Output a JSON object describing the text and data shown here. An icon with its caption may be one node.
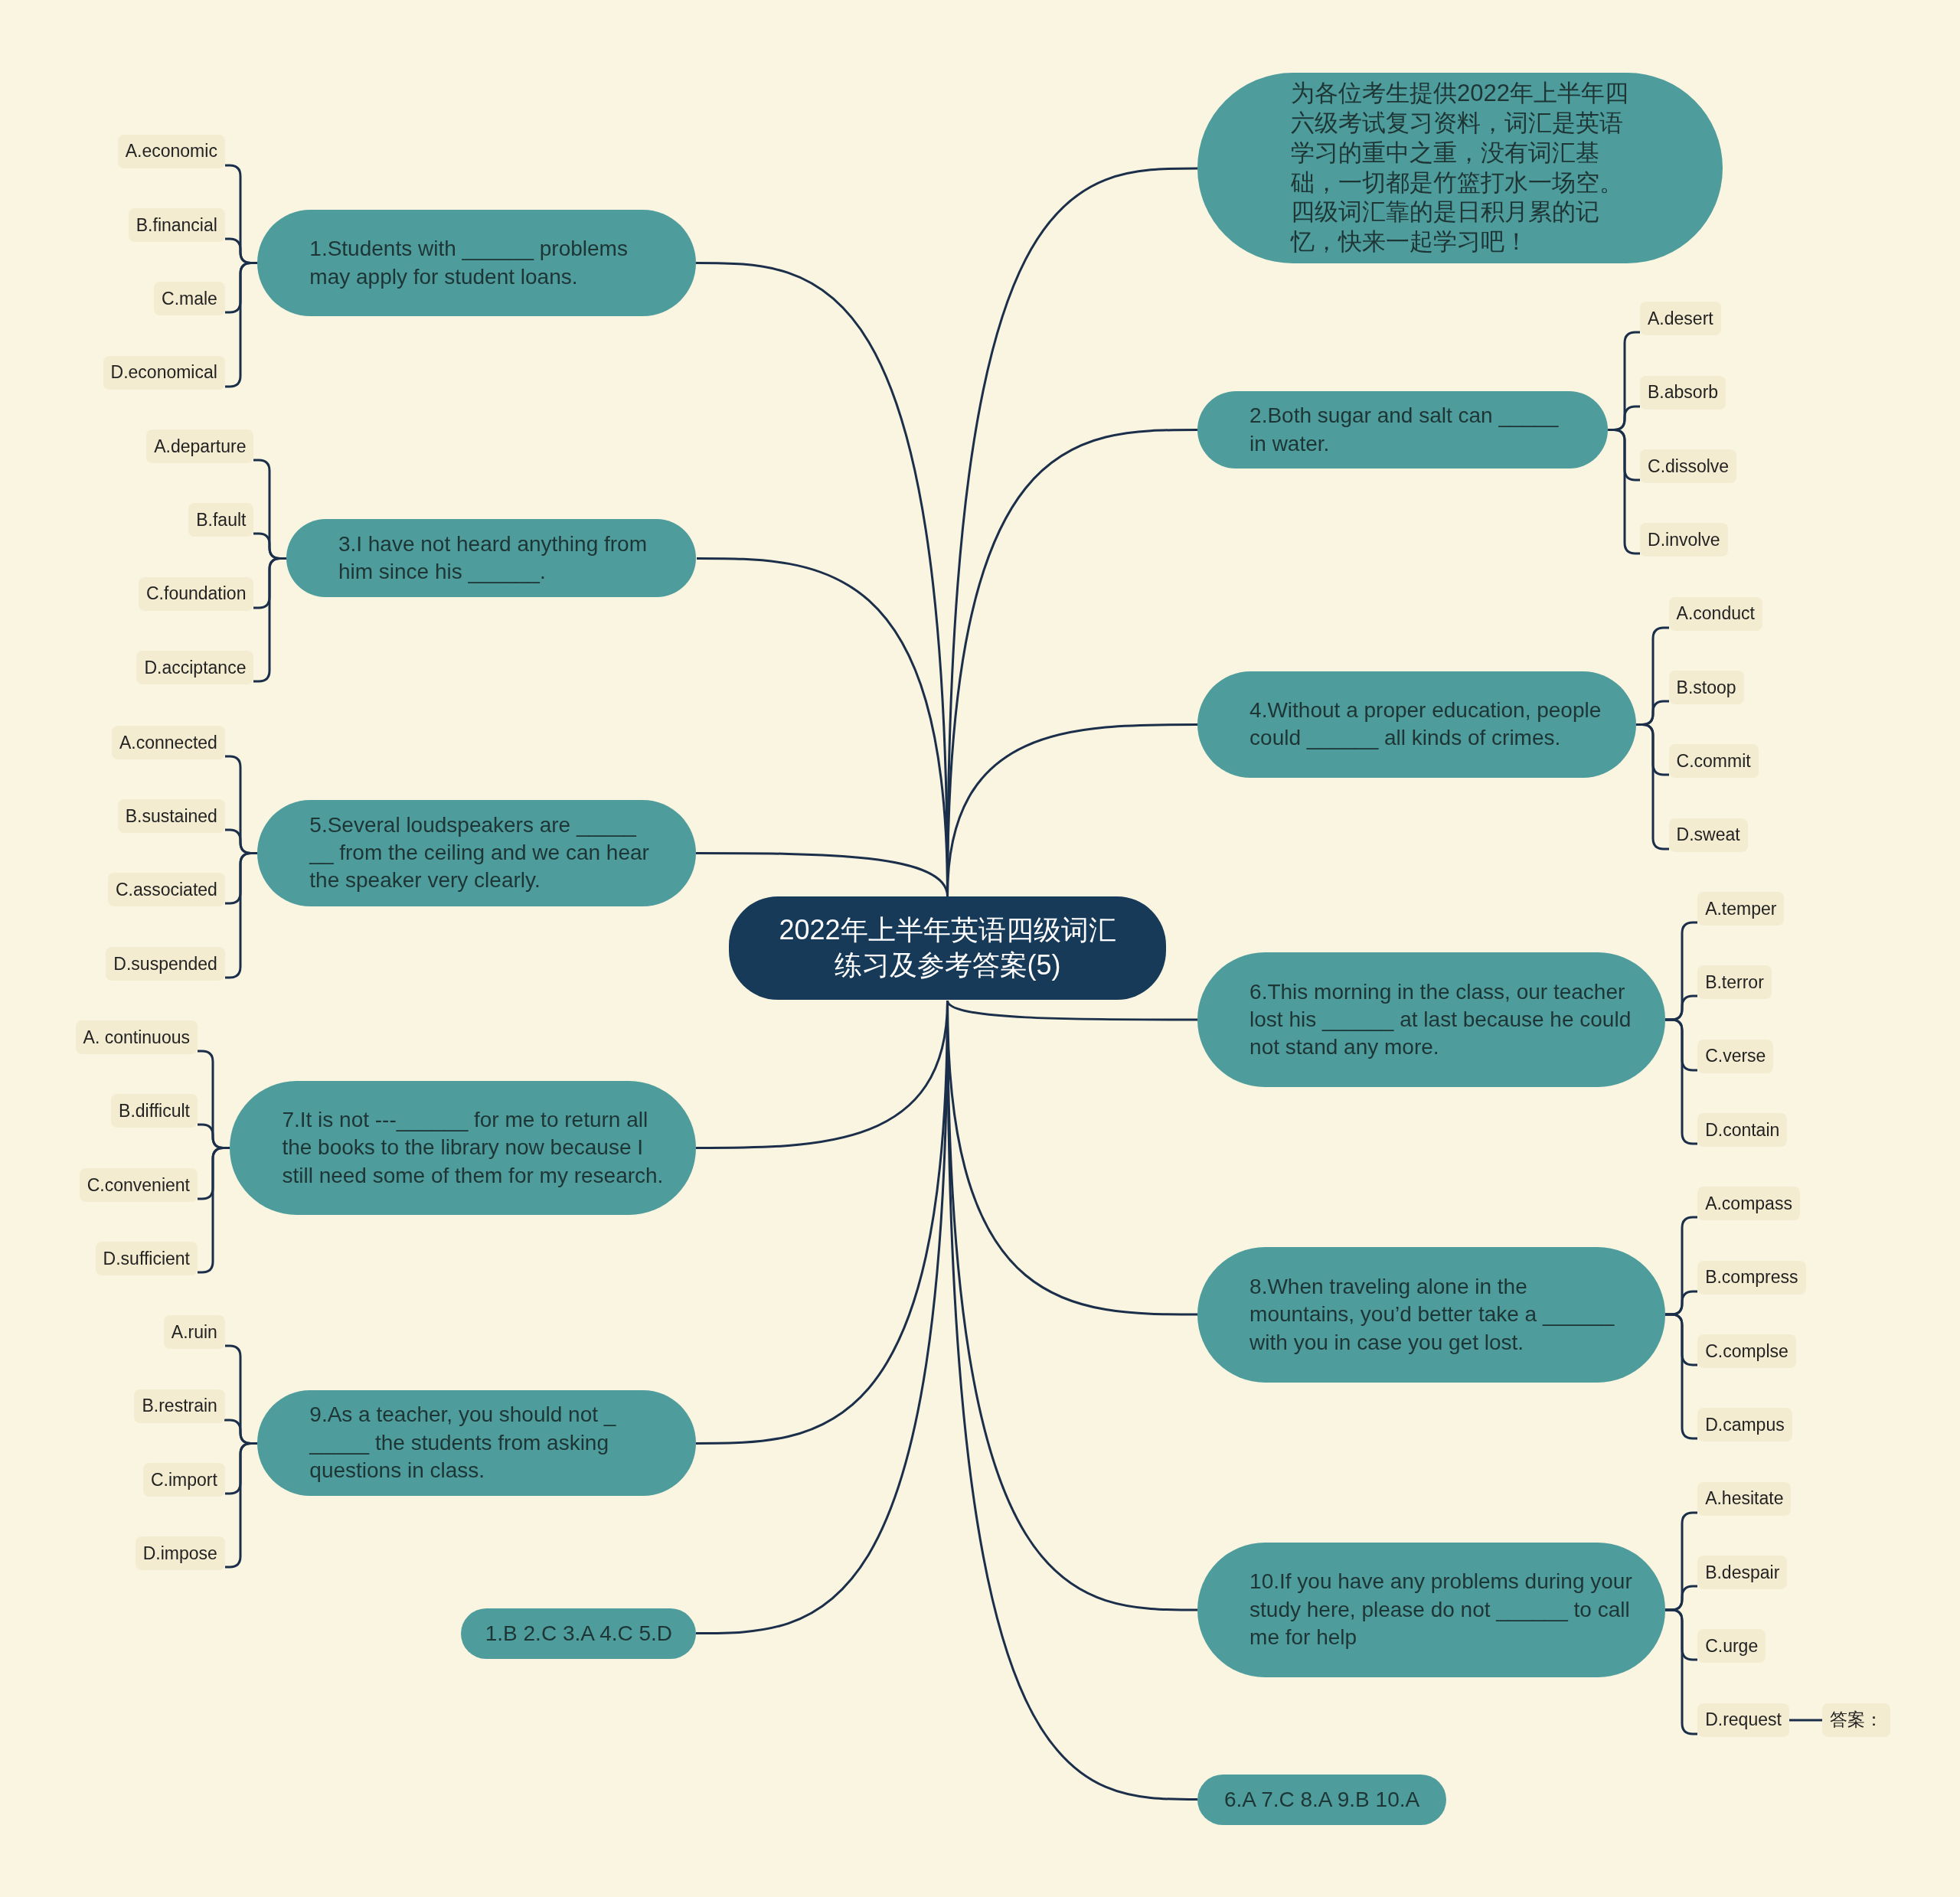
{
  "diagram": {
    "nodes": [
      {
        "text": [
          "2022年上半年英语四级词汇练习及参考答案(5)"
        ]
      },
      {
        "text": [
          "为各位考生提供2022年上半年四六级考试复习资料，词汇是英语学习的重中之重，没有词汇基础，一切都是竹篮打水一场空。四级词汇靠的是日积月累的记忆，快来一起学习吧！"
        ]
      },
      {
        "text": [
          "1.Students with ______ problems may apply for student loans."
        ]
      },
      {
        "text": [
          "A.economic"
        ]
      },
      {
        "text": [
          "B.financial"
        ]
      },
      {
        "text": [
          "C.male"
        ]
      },
      {
        "text": [
          "D.economical"
        ]
      },
      {
        "text": [
          "2.Both sugar and salt can _____ in water."
        ]
      },
      {
        "text": [
          "A.desert"
        ]
      },
      {
        "text": [
          "B.absorb"
        ]
      },
      {
        "text": [
          "C.dissolve"
        ]
      },
      {
        "text": [
          "D.involve"
        ]
      },
      {
        "text": [
          "3.I have not heard anything from him since his ______."
        ]
      },
      {
        "text": [
          "A.departure"
        ]
      },
      {
        "text": [
          "B.fault"
        ]
      },
      {
        "text": [
          "C.foundation"
        ]
      },
      {
        "text": [
          "D.acciptance"
        ]
      },
      {
        "text": [
          "4.Without a proper education, people could ______ all kinds of crimes."
        ]
      },
      {
        "text": [
          "A.conduct"
        ]
      },
      {
        "text": [
          "B.stoop"
        ]
      },
      {
        "text": [
          "C.commit"
        ]
      },
      {
        "text": [
          "D.sweat"
        ]
      },
      {
        "text": [
          "5.Several loudspeakers are _____ __ from the ceiling and we can hear the speaker very clearly."
        ]
      },
      {
        "text": [
          "A.connected"
        ]
      },
      {
        "text": [
          "B.sustained"
        ]
      },
      {
        "text": [
          "C.associated"
        ]
      },
      {
        "text": [
          "D.suspended"
        ]
      },
      {
        "text": [
          "6.This morning in the class, our teacher lost his ______ at last because he could not stand any more."
        ]
      },
      {
        "text": [
          "A.temper"
        ]
      },
      {
        "text": [
          "B.terror"
        ]
      },
      {
        "text": [
          "C.verse"
        ]
      },
      {
        "text": [
          "D.contain"
        ]
      },
      {
        "text": [
          "7.It is not ---______ for me to return all the books to the library now because I still need some of them for my research."
        ]
      },
      {
        "text": [
          "A. continuous"
        ]
      },
      {
        "text": [
          "B.difficult"
        ]
      },
      {
        "text": [
          "C.convenient"
        ]
      },
      {
        "text": [
          "D.sufficient"
        ]
      },
      {
        "text": [
          "8.When traveling alone in the mountains, you’d better take a ______ with you in case you get lost."
        ]
      },
      {
        "text": [
          "A.compass"
        ]
      },
      {
        "text": [
          "B.compress"
        ]
      },
      {
        "text": [
          "C.complse"
        ]
      },
      {
        "text": [
          "D.campus"
        ]
      },
      {
        "text": [
          "9.As a teacher, you should not _ _____ the students from asking questions in class."
        ]
      },
      {
        "text": [
          "A.ruin"
        ]
      },
      {
        "text": [
          "B.restrain"
        ]
      },
      {
        "text": [
          "C.import"
        ]
      },
      {
        "text": [
          "D.impose"
        ]
      },
      {
        "text": [
          "10.If you have any problems during your study here, please do not ______ to call me for help"
        ]
      },
      {
        "text": [
          "A.hesitate"
        ]
      },
      {
        "text": [
          "B.despair"
        ]
      },
      {
        "text": [
          "C.urge"
        ]
      },
      {
        "text": [
          "D.request"
        ]
      },
      {
        "text": [
          "答案："
        ]
      },
      {
        "text": [
          "1.B 2.C 3.A 4.C 5.D"
        ]
      },
      {
        "text": [
          "6.A 7.C 8.A 9.B 10.A"
        ]
      }
    ],
    "edges": [
      {
        "from": 0,
        "to": 1,
        "arrow": "none"
      },
      {
        "from": 0,
        "to": 2,
        "arrow": "none"
      },
      {
        "from": 0,
        "to": 7,
        "arrow": "none"
      },
      {
        "from": 0,
        "to": 12,
        "arrow": "none"
      },
      {
        "from": 0,
        "to": 17,
        "arrow": "none"
      },
      {
        "from": 0,
        "to": 22,
        "arrow": "none"
      },
      {
        "from": 0,
        "to": 27,
        "arrow": "none"
      },
      {
        "from": 0,
        "to": 32,
        "arrow": "none"
      },
      {
        "from": 0,
        "to": 37,
        "arrow": "none"
      },
      {
        "from": 0,
        "to": 42,
        "arrow": "none"
      },
      {
        "from": 0,
        "to": 47,
        "arrow": "none"
      },
      {
        "from": 0,
        "to": 53,
        "arrow": "none"
      },
      {
        "from": 0,
        "to": 54,
        "arrow": "none"
      },
      {
        "from": 2,
        "to": 3,
        "arrow": "none"
      },
      {
        "from": 2,
        "to": 4,
        "arrow": "none"
      },
      {
        "from": 2,
        "to": 5,
        "arrow": "none"
      },
      {
        "from": 2,
        "to": 6,
        "arrow": "none"
      },
      {
        "from": 7,
        "to": 8,
        "arrow": "none"
      },
      {
        "from": 7,
        "to": 9,
        "arrow": "none"
      },
      {
        "from": 7,
        "to": 10,
        "arrow": "none"
      },
      {
        "from": 7,
        "to": 11,
        "arrow": "none"
      },
      {
        "from": 12,
        "to": 13,
        "arrow": "none"
      },
      {
        "from": 12,
        "to": 14,
        "arrow": "none"
      },
      {
        "from": 12,
        "to": 15,
        "arrow": "none"
      },
      {
        "from": 12,
        "to": 16,
        "arrow": "none"
      },
      {
        "from": 17,
        "to": 18,
        "arrow": "none"
      },
      {
        "from": 17,
        "to": 19,
        "arrow": "none"
      },
      {
        "from": 17,
        "to": 20,
        "arrow": "none"
      },
      {
        "from": 17,
        "to": 21,
        "arrow": "none"
      },
      {
        "from": 22,
        "to": 23,
        "arrow": "none"
      },
      {
        "from": 22,
        "to": 24,
        "arrow": "none"
      },
      {
        "from": 22,
        "to": 25,
        "arrow": "none"
      },
      {
        "from": 22,
        "to": 26,
        "arrow": "none"
      },
      {
        "from": 27,
        "to": 28,
        "arrow": "none"
      },
      {
        "from": 27,
        "to": 29,
        "arrow": "none"
      },
      {
        "from": 27,
        "to": 30,
        "arrow": "none"
      },
      {
        "from": 27,
        "to": 31,
        "arrow": "none"
      },
      {
        "from": 32,
        "to": 33,
        "arrow": "none"
      },
      {
        "from": 32,
        "to": 34,
        "arrow": "none"
      },
      {
        "from": 32,
        "to": 35,
        "arrow": "none"
      },
      {
        "from": 32,
        "to": 36,
        "arrow": "none"
      },
      {
        "from": 37,
        "to": 38,
        "arrow": "none"
      },
      {
        "from": 37,
        "to": 39,
        "arrow": "none"
      },
      {
        "from": 37,
        "to": 40,
        "arrow": "none"
      },
      {
        "from": 37,
        "to": 41,
        "arrow": "none"
      },
      {
        "from": 42,
        "to": 43,
        "arrow": "none"
      },
      {
        "from": 42,
        "to": 44,
        "arrow": "none"
      },
      {
        "from": 42,
        "to": 45,
        "arrow": "none"
      },
      {
        "from": 42,
        "to": 46,
        "arrow": "none"
      },
      {
        "from": 47,
        "to": 48,
        "arrow": "none"
      },
      {
        "from": 47,
        "to": 49,
        "arrow": "none"
      },
      {
        "from": 47,
        "to": 50,
        "arrow": "none"
      },
      {
        "from": 47,
        "to": 51,
        "arrow": "none"
      },
      {
        "from": 51,
        "to": 52,
        "arrow": "none"
      }
    ]
  }
}
